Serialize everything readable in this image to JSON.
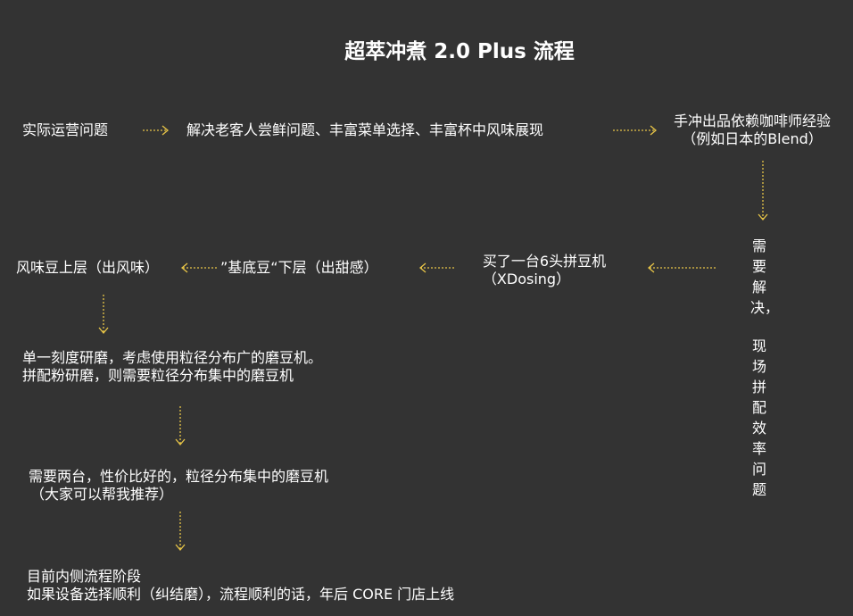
{
  "title": "超萃冲煮 2.0 Plus 流程",
  "colors": {
    "background": "#333333",
    "text": "#ffffff",
    "arrow": "#e8c547"
  },
  "nodes": {
    "ops_problem": "实际运营问题",
    "solve_goal": "解决老客人尝鲜问题、丰富菜单选择、丰富杯中风味展现",
    "pour_over_line1": "手冲出品依赖咖啡师经验",
    "pour_over_line2": "（例如日本的Blend）",
    "need_solve": "需要解决，",
    "blend_efficiency": "现场拼配效率问题",
    "bought_line1": "买了一台6头拼豆机",
    "bought_line2": "（XDosing）",
    "base_bean": "”基底豆“下层（出甜感）",
    "flavor_bean": "风味豆上层（出风味）",
    "grind_line1": "单一刻度研磨，考虑使用粒径分布广的磨豆机。",
    "grind_line2": "拼配粉研磨，则需要粒径分布集中的磨豆机",
    "need_two_line1": "需要两台，性价比好的，粒径分布集中的磨豆机",
    "need_two_line2": "（大家可以帮我推荐）",
    "stage_line1": "目前内侧流程阶段",
    "stage_line2": "如果设备选择顺利（纠结磨），流程顺利的话，年后 CORE 门店上线"
  }
}
